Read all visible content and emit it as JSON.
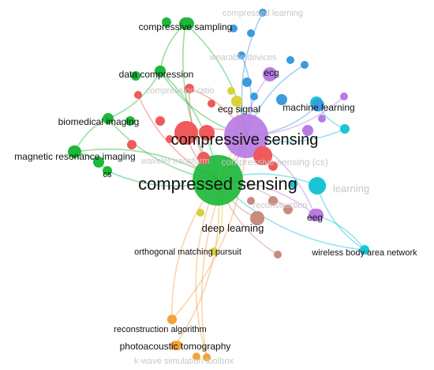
{
  "network": {
    "clusters": {
      "green": "#1db83a",
      "purple": "#b77be3",
      "red": "#f05a5a",
      "blue": "#3a9be0",
      "cyan": "#17c5d6",
      "brown": "#c98a7f",
      "yellow": "#d8d23a",
      "orange": "#f3a33b"
    },
    "nodes": [
      {
        "id": "compressed_sensing",
        "label": "compressed sensing",
        "cluster": "green"
      },
      {
        "id": "compressive_sensing",
        "label": "compressive sensing",
        "cluster": "purple"
      },
      {
        "id": "compressive_sensing_cs",
        "label": "compressive sensing (cs)",
        "cluster": "red"
      },
      {
        "id": "wavelet_transform",
        "label": "wavelet transform",
        "cluster": "red"
      },
      {
        "id": "compressive_sampling",
        "label": "compressive sampling",
        "cluster": "green"
      },
      {
        "id": "data_compression",
        "label": "data compression",
        "cluster": "green"
      },
      {
        "id": "biomedical_imaging",
        "label": "biomedical imaging",
        "cluster": "green"
      },
      {
        "id": "mri",
        "label": "magnetic resonance imaging",
        "cluster": "green"
      },
      {
        "id": "cs",
        "label": "cs",
        "cluster": "green"
      },
      {
        "id": "compression_ratio",
        "label": "compression ratio",
        "cluster": "red"
      },
      {
        "id": "ecg_signal",
        "label": "ecg signal",
        "cluster": "yellow"
      },
      {
        "id": "ecg",
        "label": "ecg",
        "cluster": "purple"
      },
      {
        "id": "machine_learning",
        "label": "machine learning",
        "cluster": "blue"
      },
      {
        "id": "compressed_learning",
        "label": "compressed learning",
        "cluster": "blue"
      },
      {
        "id": "wearable_devices",
        "label": "wearable devices",
        "cluster": "blue"
      },
      {
        "id": "deep_learning",
        "label": "deep learning",
        "cluster": "brown"
      },
      {
        "id": "eeg",
        "label": "eeg",
        "cluster": "purple"
      },
      {
        "id": "wban",
        "label": "wireless body area network",
        "cluster": "cyan"
      },
      {
        "id": "omp",
        "label": "orthogonal matching pursuit",
        "cluster": "yellow"
      },
      {
        "id": "reconstruction_algorithm",
        "label": "reconstruction algorithm",
        "cluster": "orange"
      },
      {
        "id": "photoacoustic_tomography",
        "label": "photoacoustic tomography",
        "cluster": "orange"
      },
      {
        "id": "kwave",
        "label": "k-wave simulation toolbox",
        "cluster": "orange"
      },
      {
        "id": "learning",
        "label": "learning",
        "cluster": "cyan"
      },
      {
        "id": "reconstruction",
        "label": "reconstruction",
        "cluster": "brown"
      }
    ]
  }
}
